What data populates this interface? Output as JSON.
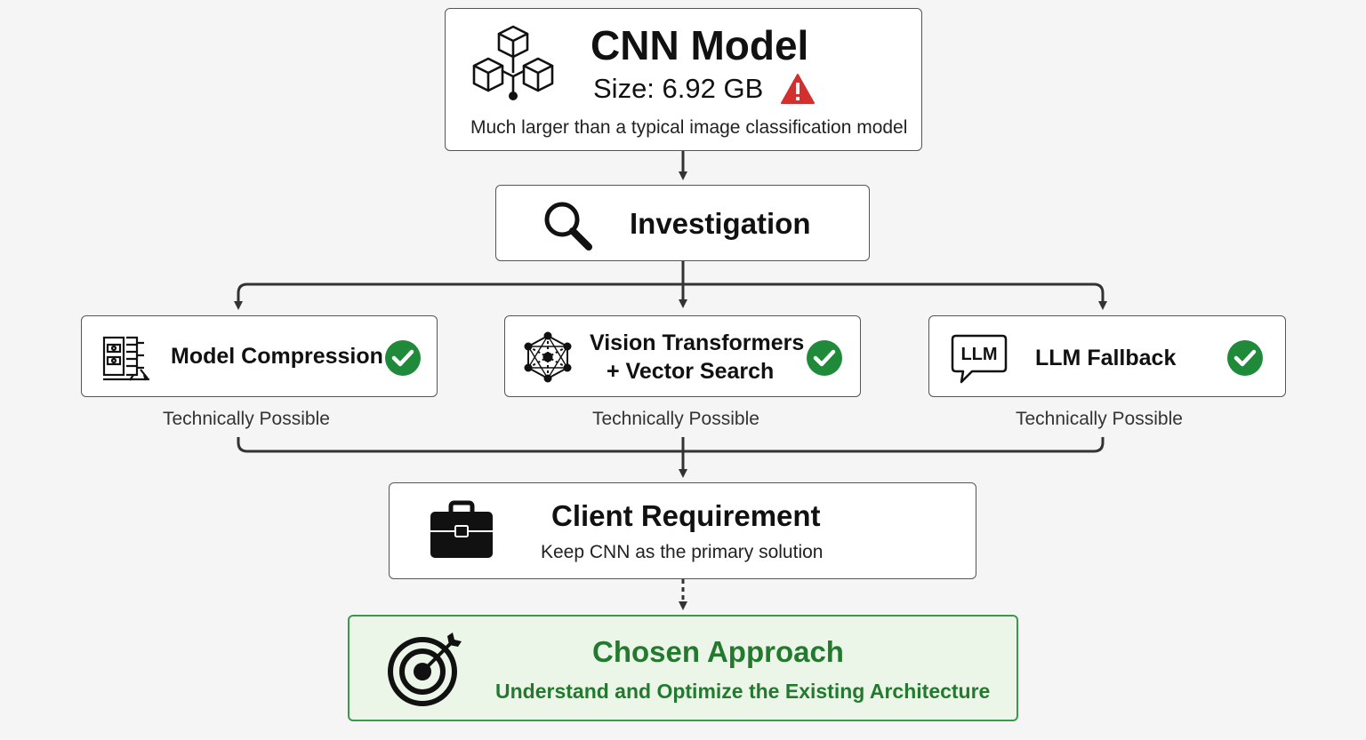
{
  "cnn_model": {
    "title": "CNN Model",
    "size": "Size: 6.92 GB",
    "note": "Much larger than a typical image classification model"
  },
  "investigation": {
    "label": "Investigation"
  },
  "options": [
    {
      "label": "Model Compression",
      "status": "Technically Possible",
      "icon": "compression-icon"
    },
    {
      "label_line1": "Vision Transformers",
      "label_line2": "+ Vector Search",
      "status": "Technically Possible",
      "icon": "network-icon"
    },
    {
      "label": "LLM Fallback",
      "icon_text": "LLM",
      "status": "Technically Possible",
      "icon": "llm-chat-icon"
    }
  ],
  "client_requirement": {
    "title": "Client Requirement",
    "subtitle": "Keep CNN as the primary solution"
  },
  "chosen_approach": {
    "title": "Chosen Approach",
    "subtitle": "Understand and Optimize the Existing Architecture"
  },
  "colors": {
    "line": "#333333",
    "check_green": "#1e8a3a",
    "warning_red": "#d32f2f",
    "chosen_bg": "#ecf6e8",
    "chosen_border": "#3a9a4a",
    "chosen_text": "#237a2e"
  }
}
